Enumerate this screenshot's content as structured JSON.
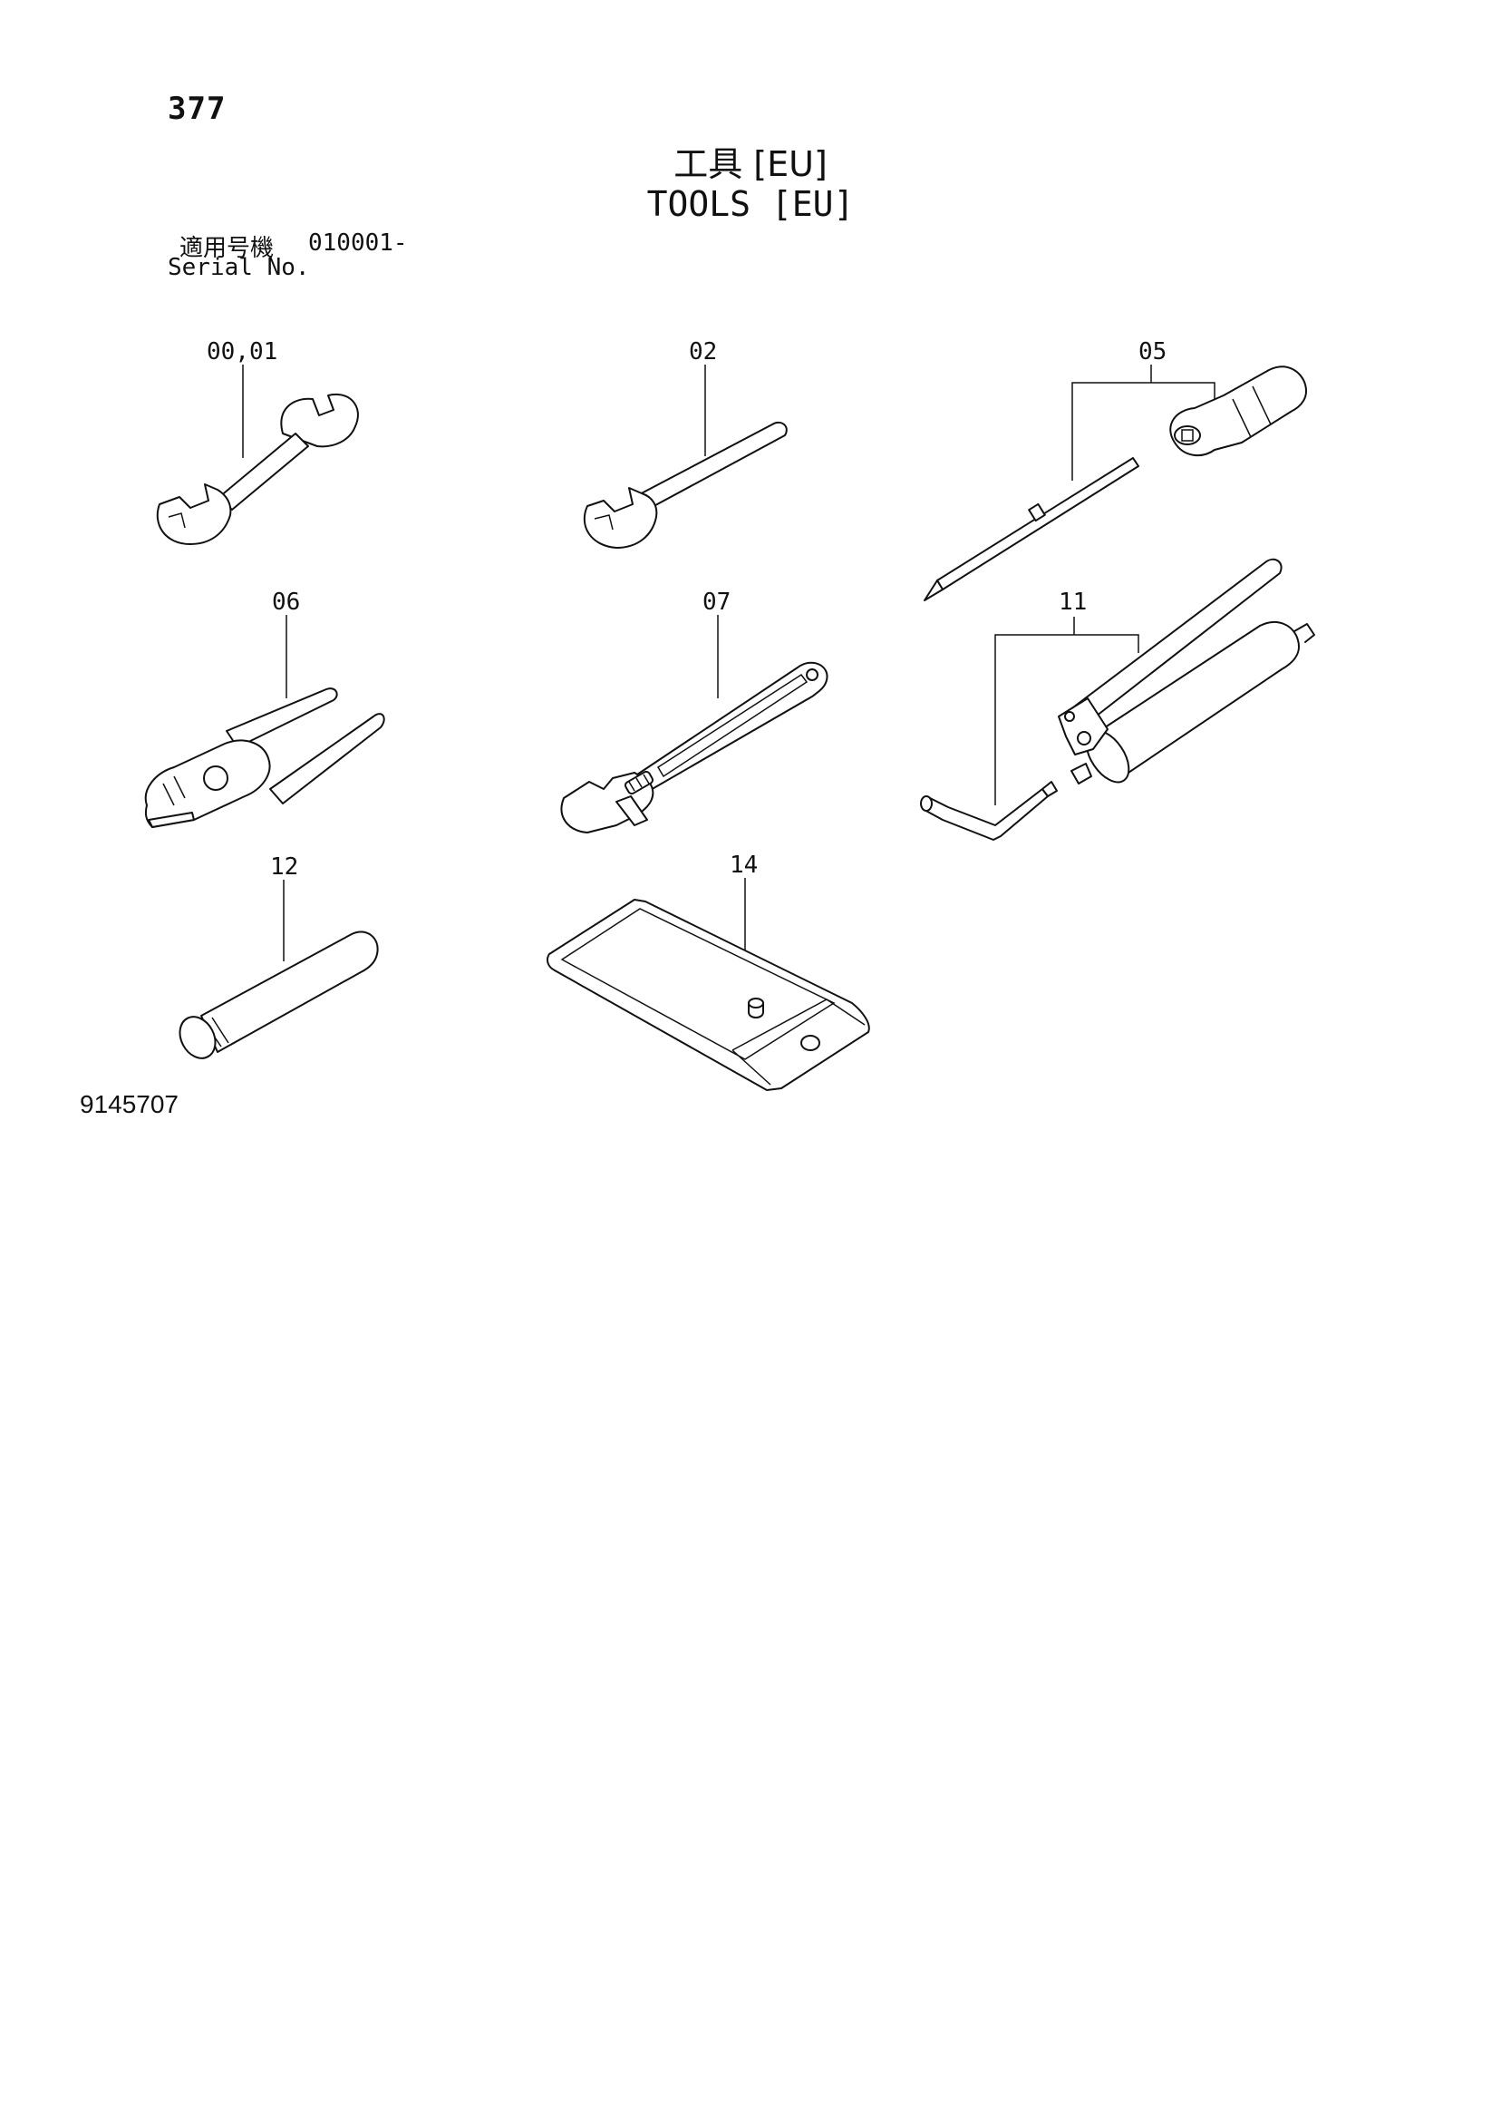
{
  "header": {
    "page_number": "377",
    "title_ja": "工具 [EU]",
    "title_en": "TOOLS [EU]",
    "serial_label_ja": "適用号機",
    "serial_value": "010001-",
    "serial_label_en": "Serial No."
  },
  "callouts": {
    "c00_01": "00,01",
    "c02": "02",
    "c05": "05",
    "c06": "06",
    "c07": "07",
    "c11": "11",
    "c12": "12",
    "c14": "14"
  },
  "footer": {
    "drawing_number": "9145707"
  }
}
